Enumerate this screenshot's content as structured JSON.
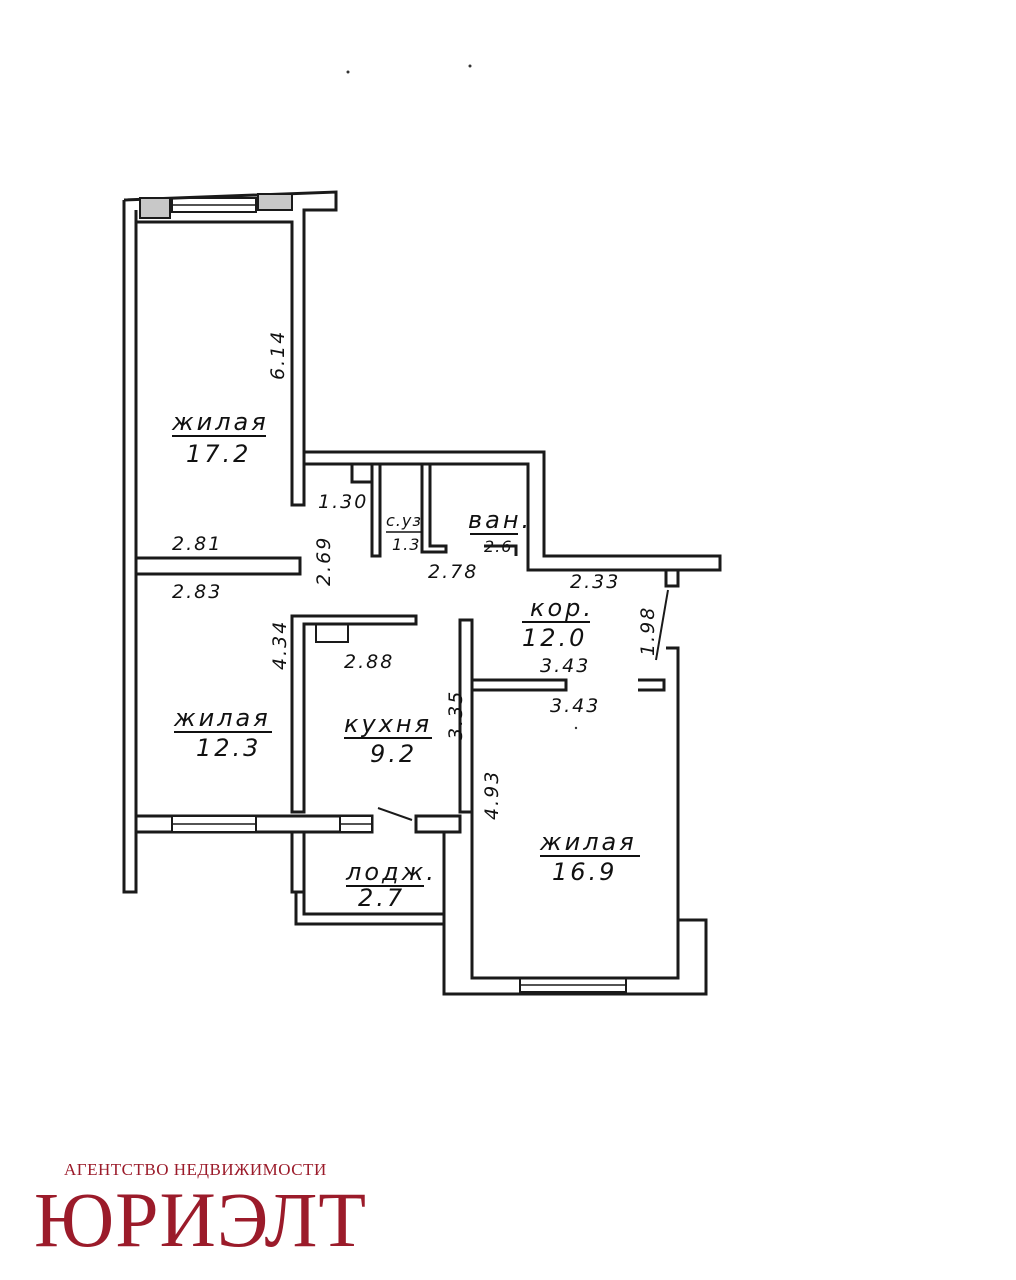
{
  "colors": {
    "ink": "#1a1a1a",
    "brand": "#9b1b2a"
  },
  "rooms": {
    "living_top": {
      "name": "жилая",
      "area": "17.2"
    },
    "living_left": {
      "name": "жилая",
      "area": "12.3"
    },
    "living_right": {
      "name": "жилая",
      "area": "16.9"
    },
    "kitchen": {
      "name": "кухня",
      "area": "9.2"
    },
    "wc": {
      "name": "с.уз",
      "area": "1.3"
    },
    "bath": {
      "name": "ван.",
      "area": "2.6"
    },
    "corridor": {
      "name": "кор.",
      "area": "12.0"
    },
    "loggia": {
      "name": "лодж.",
      "area": "2.7"
    }
  },
  "dimensions": {
    "d_6_14": "6.14",
    "d_1_30": "1.30",
    "d_2_81": "2.81",
    "d_2_69": "2.69",
    "d_2_83": "2.83",
    "d_2_78": "2.78",
    "d_2_33": "2.33",
    "d_1_98": "1.98",
    "d_4_34": "4.34",
    "d_2_88": "2.88",
    "d_3_43_a": "3.43",
    "d_3_43_b": "3.43",
    "d_3_35": "3.35",
    "d_4_93": "4.93"
  },
  "brand": {
    "subtitle": "АГЕНТСТВО НЕДВИЖИМОСТИ",
    "name": "ЮРИЭЛТ"
  }
}
